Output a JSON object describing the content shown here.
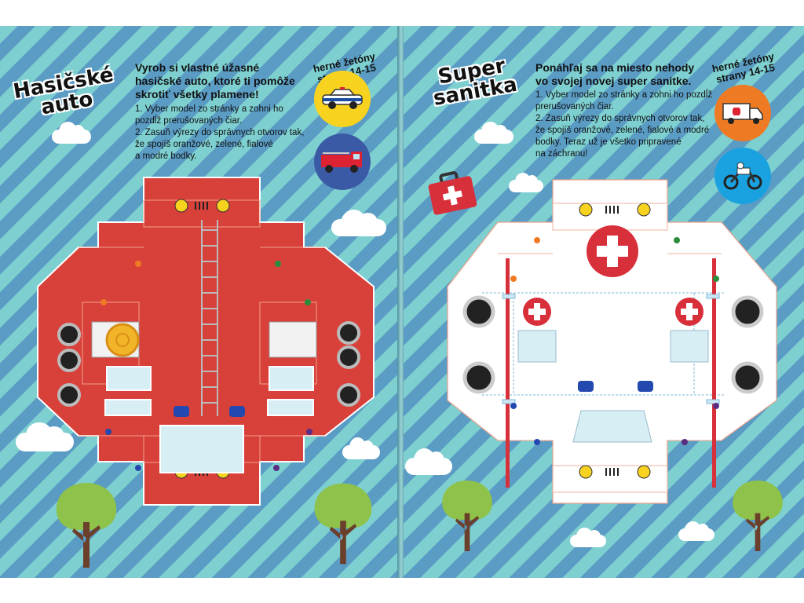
{
  "left_page": {
    "title_line1": "Hasičské",
    "title_line2": "auto",
    "intro": "Vyrob si vlastné úžasné hasičské auto, ktoré ti pomôže skrotiť všetky plamene!",
    "steps": "1. Vyber model zo stránky a zohni ho\npozdĺž prerušovaných čiar.\n2. Zasuň výrezy do správnych otvorov tak,\nže spojíš oranžové, zelené, fialové\na modré bodky.",
    "tokens_line1": "herné žetóny",
    "tokens_line2": "strany 14-15",
    "tokens": [
      {
        "icon": "police-car-icon",
        "color": "#f7d31f"
      },
      {
        "icon": "fire-truck-icon",
        "color": "#3b5aa6"
      }
    ]
  },
  "right_page": {
    "title_line1": "Super",
    "title_line2": "sanitka",
    "intro": "Ponáhľaj sa na miesto nehody vo svojej novej super sanitke.",
    "steps": "1. Vyber model zo stránky a zohni ho pozdĺž\nprerušovaných čiar.\n2. Zasuň výrezy do správnych otvorov tak,\nže spojíš oranžové, zelené, fialové a modré\nbodky. Teraz už je všetko pripravené\nna záchranu!",
    "tokens_line1": "herné žetóny",
    "tokens_line2": "strany 14-15",
    "tokens": [
      {
        "icon": "ambulance-icon",
        "color": "#ee7b24"
      },
      {
        "icon": "motorcycle-icon",
        "color": "#1aa2e0"
      }
    ]
  },
  "colors": {
    "fire_truck_red": "#d8403a",
    "ambulance_white": "#ffffff",
    "cross_red": "#d8303a",
    "stripe_light": "#7ecfd0",
    "stripe_dark": "#5a9cc4"
  }
}
